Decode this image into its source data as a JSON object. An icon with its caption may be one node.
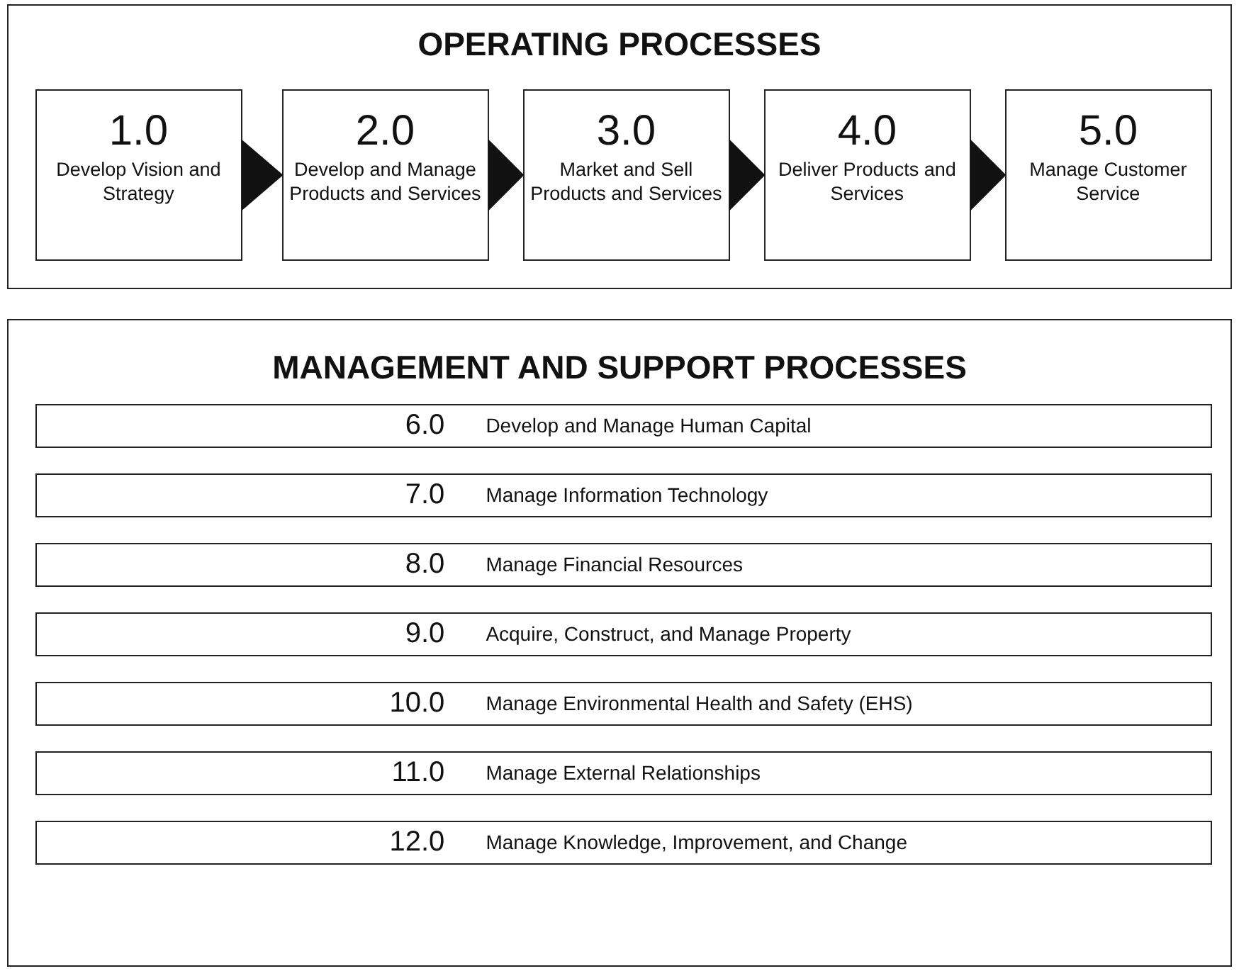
{
  "diagram": {
    "nodes": [
      {
        "text": [
          "OPERATING PROCESSES"
        ]
      },
      {
        "text": [
          "1.0",
          "Develop Vision and Strategy"
        ],
        "in": 0
      },
      {
        "text": [
          "2.0",
          "Develop and Manage Products and Services"
        ],
        "in": 0
      },
      {
        "text": [
          "3.0",
          "Market and Sell Products and Services"
        ],
        "in": 0
      },
      {
        "text": [
          "4.0",
          "Deliver Products and Services"
        ],
        "in": 0
      },
      {
        "text": [
          "5.0",
          "Manage Customer Service"
        ],
        "in": 0
      },
      {
        "text": [
          "MANAGEMENT AND SUPPORT PROCESSES"
        ]
      },
      {
        "text": [
          "6.0",
          "Develop and Manage Human Capital"
        ],
        "in": 6
      },
      {
        "text": [
          "7.0",
          "Manage Information Technology"
        ],
        "in": 6
      },
      {
        "text": [
          "8.0",
          "Manage Financial Resources"
        ],
        "in": 6
      },
      {
        "text": [
          "9.0",
          "Acquire, Construct, and Manage Property"
        ],
        "in": 6
      },
      {
        "text": [
          "10.0",
          "Manage Environmental Health and Safety (EHS)"
        ],
        "in": 6
      },
      {
        "text": [
          "11.0",
          "Manage External Relationships"
        ],
        "in": 6
      },
      {
        "text": [
          "12.0",
          "Manage Knowledge, Improvement, and Change"
        ],
        "in": 6
      }
    ],
    "edges": [
      {
        "from": 1,
        "to": 2,
        "arrow": "to"
      },
      {
        "from": 2,
        "to": 3,
        "arrow": "to"
      },
      {
        "from": 3,
        "to": 4,
        "arrow": "to"
      },
      {
        "from": 4,
        "to": 5,
        "arrow": "to"
      }
    ]
  }
}
